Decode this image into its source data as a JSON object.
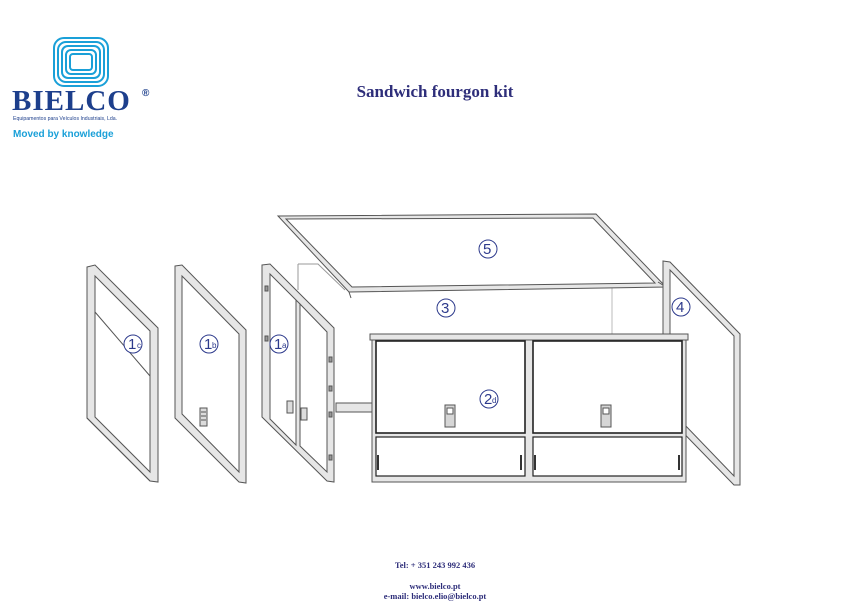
{
  "logo": {
    "brand": "BIELCO",
    "registered": "®",
    "subtitle": "Equipamentos para Veículos Industriais, Lda.",
    "tagline": "Moved by knowledge",
    "colors": {
      "brand": "#1d3f8c",
      "tagline": "#1aa0d8"
    }
  },
  "title": "Sandwich fourgon kit",
  "parts": {
    "p1c": {
      "num": "1",
      "sub": "c"
    },
    "p1b": {
      "num": "1",
      "sub": "b"
    },
    "p1a": {
      "num": "1",
      "sub": "a"
    },
    "p2d": {
      "num": "2",
      "sub": "d"
    },
    "p3": {
      "num": "3"
    },
    "p4": {
      "num": "4"
    },
    "p5": {
      "num": "5"
    }
  },
  "footer": {
    "tel": "Tel: + 351 243 992 436",
    "web": "www.bielco.pt",
    "email": "e-mail: bielco.elio@bielco.pt"
  }
}
